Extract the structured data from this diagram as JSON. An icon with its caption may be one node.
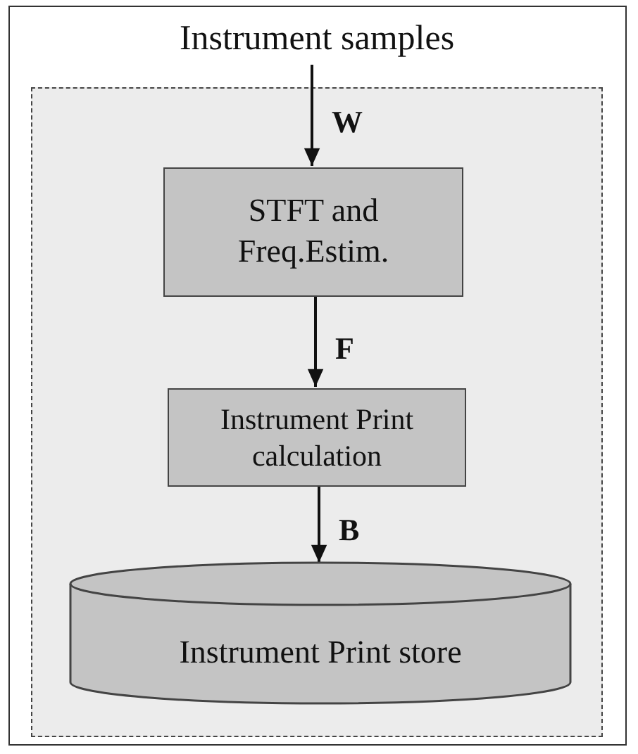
{
  "diagram": {
    "nodes": [
      {
        "text": [
          "Instrument samples"
        ]
      },
      {
        "text": [],
        "shape": "box"
      },
      {
        "text": [
          "STFT and Freq.Estim."
        ],
        "in": 1
      },
      {
        "text": [
          "Instrument Print calculation"
        ],
        "in": 1
      },
      {
        "text": [
          "Instrument Print store"
        ],
        "in": 1
      }
    ],
    "edges": [
      {
        "from": 0,
        "to": 2,
        "arrow": "to",
        "label": "W"
      },
      {
        "from": 2,
        "to": 3,
        "arrow": "to",
        "label": "F"
      },
      {
        "from": 3,
        "to": 4,
        "arrow": "to",
        "label": "B"
      }
    ]
  }
}
